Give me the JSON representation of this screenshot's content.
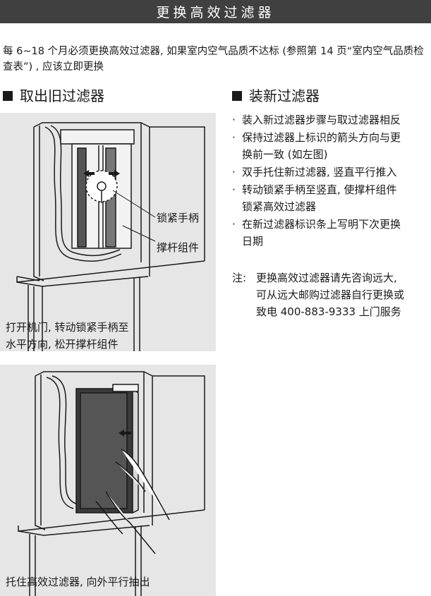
{
  "header": {
    "title": "更换高效过滤器"
  },
  "intro": "每 6~18 个月必须更换高效过滤器, 如果室内空气品质不达标 (参照第 14 页“室内空气品质检查表”) , 应该立即更换",
  "remove_section": {
    "heading": "取出旧过滤器",
    "panel1": {
      "callout_handle": "锁紧手柄",
      "callout_rod": "撑杆组件",
      "caption_lines": [
        "打开机门, 转动锁紧手柄至",
        "水平方向, 松开撑杆组件"
      ]
    },
    "panel2": {
      "caption": "托住高效过滤器, 向外平行抽出"
    }
  },
  "install_section": {
    "heading": "装新过滤器",
    "steps": [
      {
        "bullet": "·",
        "lines": [
          "装入新过滤器步骤与取过滤器相反"
        ]
      },
      {
        "bullet": "·",
        "lines": [
          "保持过滤器上标识的箭头方向与更",
          "换前一致 (如左图)"
        ]
      },
      {
        "bullet": "·",
        "lines": [
          "双手托住新过滤器, 竖直平行推入"
        ]
      },
      {
        "bullet": "·",
        "lines": [
          "转动锁紧手柄至竖直, 使撑杆组件",
          "锁紧高效过滤器"
        ]
      },
      {
        "bullet": "·",
        "lines": [
          "在新过滤器标识条上写明下次更换",
          "日期"
        ]
      }
    ],
    "note": {
      "label": "注:",
      "lines": [
        "更换高效过滤器请先咨询远大,",
        "可从远大邮购过滤器自行更换或",
        "致电 400-883-9333 上门服务"
      ]
    }
  },
  "colors": {
    "title_bg": "#404040",
    "panel_bg": "#e6e6e6",
    "text": "#1a1a1a"
  }
}
